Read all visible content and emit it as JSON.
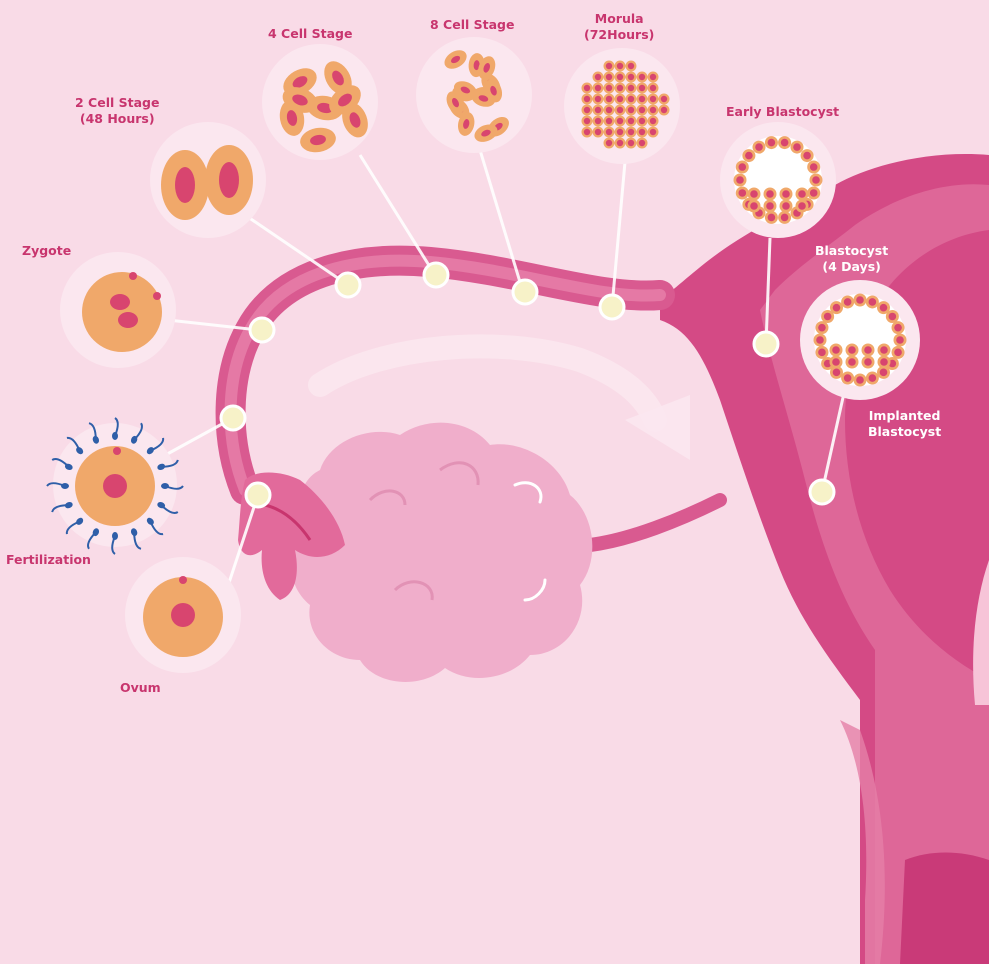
{
  "labels": {
    "ovum": "Ovum",
    "fertilization": "Fertilization",
    "zygote": "Zygote",
    "two_cell": {
      "line1": "2 Cell Stage",
      "line2": "(48 Hours)"
    },
    "four_cell": "4 Cell Stage",
    "eight_cell": "8 Cell Stage",
    "morula": {
      "line1": "Morula",
      "line2": "(72Hours)"
    },
    "early_blastocyst": "Early Blastocyst",
    "blastocyst": {
      "line1": "Blastocyst",
      "line2": "(4 Days)"
    },
    "implanted_blastocyst": {
      "line1": "Implanted",
      "line2": "Blastocyst"
    }
  },
  "colors": {
    "background": "#f9dbe7",
    "uterus": "#d44a85",
    "uterus_light": "#e57fa8",
    "tube": "#d95a90",
    "ovary": "#f0aecb",
    "cell_orange": "#f0a86a",
    "cell_nucleus": "#d8456f",
    "sperm": "#2f5fa8",
    "label": "#c8356e"
  },
  "icons": {
    "sperm": "sperm-icon",
    "cell": "cell-icon"
  }
}
